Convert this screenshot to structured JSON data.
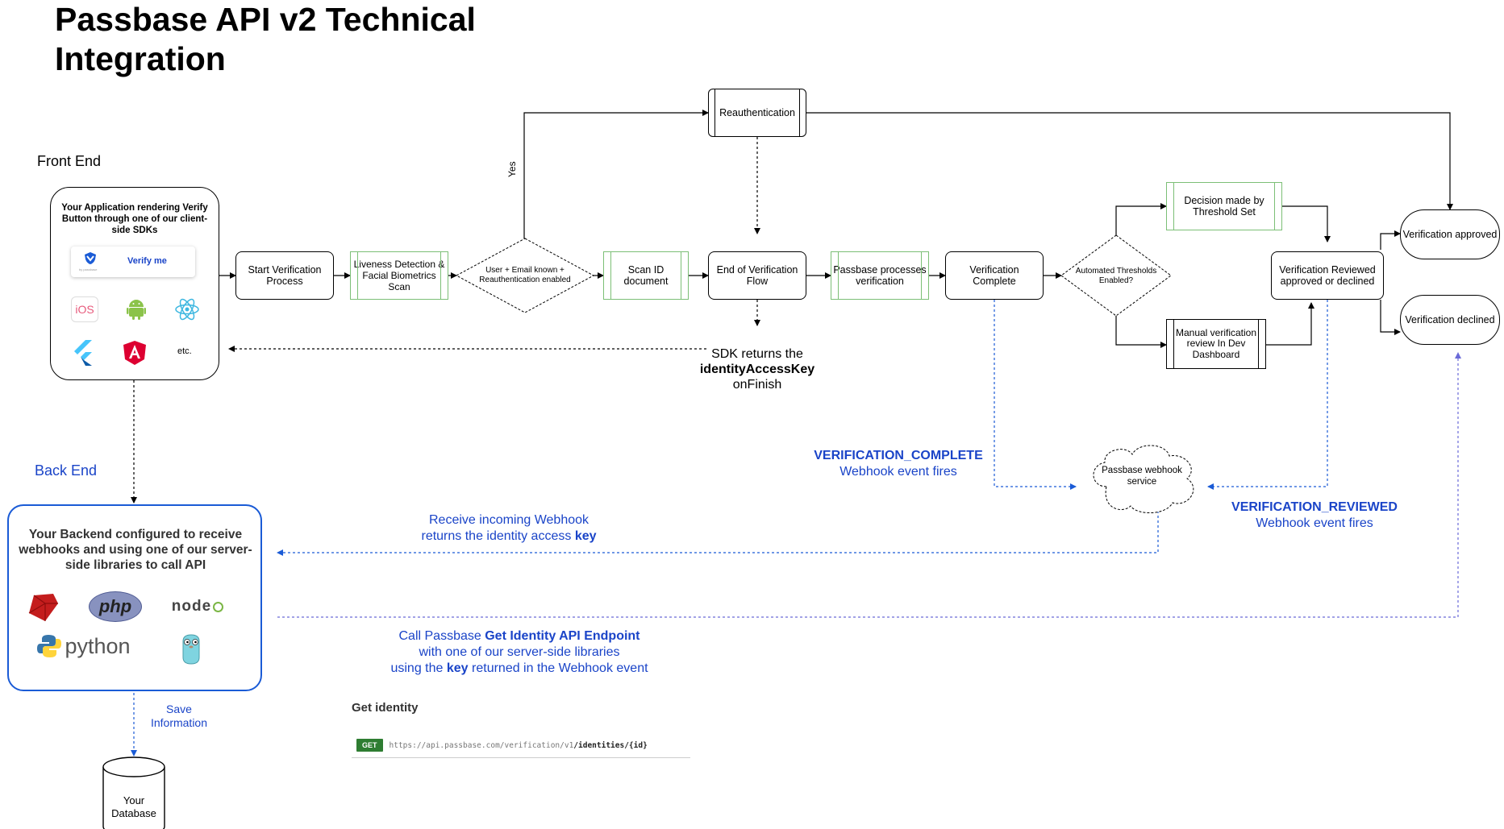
{
  "title": "Passbase API v2 Technical Integration",
  "frontend_label": "Front End",
  "backend_label": "Back End",
  "app_card": {
    "text": "Your Application rendering Verify Button through one of our client-side SDKs",
    "verify_button": "Verify me",
    "passbase_small": "by passbase",
    "sdks": [
      "iOS",
      "Android",
      "React Native",
      "Flutter",
      "Angular",
      "etc."
    ],
    "etc": "etc."
  },
  "backend_card": {
    "text": "Your Backend configured to receive webhooks and using one of our server-side libraries to call API",
    "libs": [
      "Ruby",
      "php",
      "node",
      "python",
      "Go"
    ],
    "php": "php",
    "node": "node",
    "python": "python"
  },
  "nodes": {
    "start": "Start Verification Process",
    "liveness": "Liveness Detection & Facial Biometrics Scan",
    "user_known": "User + Email known + Reauthentication enabled",
    "scan_id": "Scan ID document",
    "end_flow": "End of Verification Flow",
    "reauth": "Reauthentication",
    "passbase_processes": "Passbase processes verification",
    "verification_complete": "Verification Complete",
    "thresholds": "Automated Thresholds Enabled?",
    "decision": "Decision made by Threshold Set",
    "manual": "Manual verification review In Dev Dashboard",
    "reviewed": "Verification Reviewed approved or declined",
    "approved": "Verification approved",
    "declined": "Verification declined",
    "webhook_service": "Passbase webhook service",
    "database": "Your Database"
  },
  "edge_labels": {
    "yes": "Yes",
    "sdk_returns_1": "SDK returns the",
    "sdk_returns_key": "identityAccessKey",
    "sdk_returns_3": "onFinish",
    "vc_event": "VERIFICATION_COMPLETE",
    "vc_fires": "Webhook event fires",
    "vr_event": "VERIFICATION_REVIEWED",
    "vr_fires": "Webhook event fires",
    "receive_1": "Receive incoming Webhook",
    "receive_2": "returns the identity access",
    "receive_key": "key",
    "call_1": "Call Passbase",
    "call_endpoint": "Get Identity API Endpoint",
    "call_2": "with one of our server-side libraries",
    "call_3a": "using the",
    "call_3key": "key",
    "call_3b": "returned in the Webhook event",
    "save_1": "Save",
    "save_2": "Information"
  },
  "get_identity": {
    "heading": "Get identity",
    "method": "GET",
    "url_base": "https://api.passbase.com/verification/v1",
    "url_path": "/identities/{id}"
  },
  "colors": {
    "blue": "#1a44c8",
    "green_border": "#7cbf76",
    "backend_border": "#1a5bd6",
    "get_green": "#2e7d32"
  }
}
